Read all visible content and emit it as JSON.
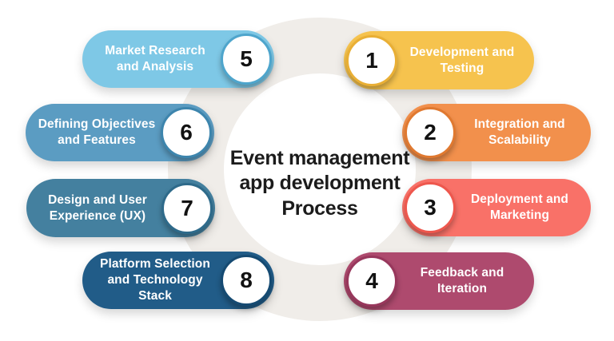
{
  "title": {
    "lines": [
      "Event management",
      "app development",
      "Process"
    ],
    "color": "#1b1b1b"
  },
  "background": {
    "canvas_color": "#ffffff",
    "ring_color": "#f0ede9"
  },
  "label_text_color": "#ffffff",
  "number_text_color": "#121212",
  "steps": [
    {
      "number": "1",
      "lines": [
        "Development and",
        "Testing"
      ],
      "side": "right",
      "pill_color": "#f6c34e",
      "accent_color": "#e9af35"
    },
    {
      "number": "2",
      "lines": [
        "Integration and",
        "Scalability"
      ],
      "side": "right",
      "pill_color": "#f2904c",
      "accent_color": "#e07930"
    },
    {
      "number": "3",
      "lines": [
        "Deployment and",
        "Marketing"
      ],
      "side": "right",
      "pill_color": "#f97168",
      "accent_color": "#ee574d"
    },
    {
      "number": "4",
      "lines": [
        "Feedback and",
        "Iteration"
      ],
      "side": "right",
      "pill_color": "#ae4a6e",
      "accent_color": "#98375c"
    },
    {
      "number": "5",
      "lines": [
        "Market Research",
        "and Analysis"
      ],
      "side": "left",
      "pill_color": "#7ec8e6",
      "accent_color": "#4ea5cc"
    },
    {
      "number": "6",
      "lines": [
        "Defining Objectives",
        "and Features"
      ],
      "side": "left",
      "pill_color": "#5b9cc2",
      "accent_color": "#3d85ad"
    },
    {
      "number": "7",
      "lines": [
        "Design and User",
        "Experience (UX)"
      ],
      "side": "left",
      "pill_color": "#44809f",
      "accent_color": "#2e6a8a"
    },
    {
      "number": "8",
      "lines": [
        "Platform Selection",
        "and Technology Stack"
      ],
      "side": "left",
      "pill_color": "#215c88",
      "accent_color": "#154a72"
    }
  ]
}
